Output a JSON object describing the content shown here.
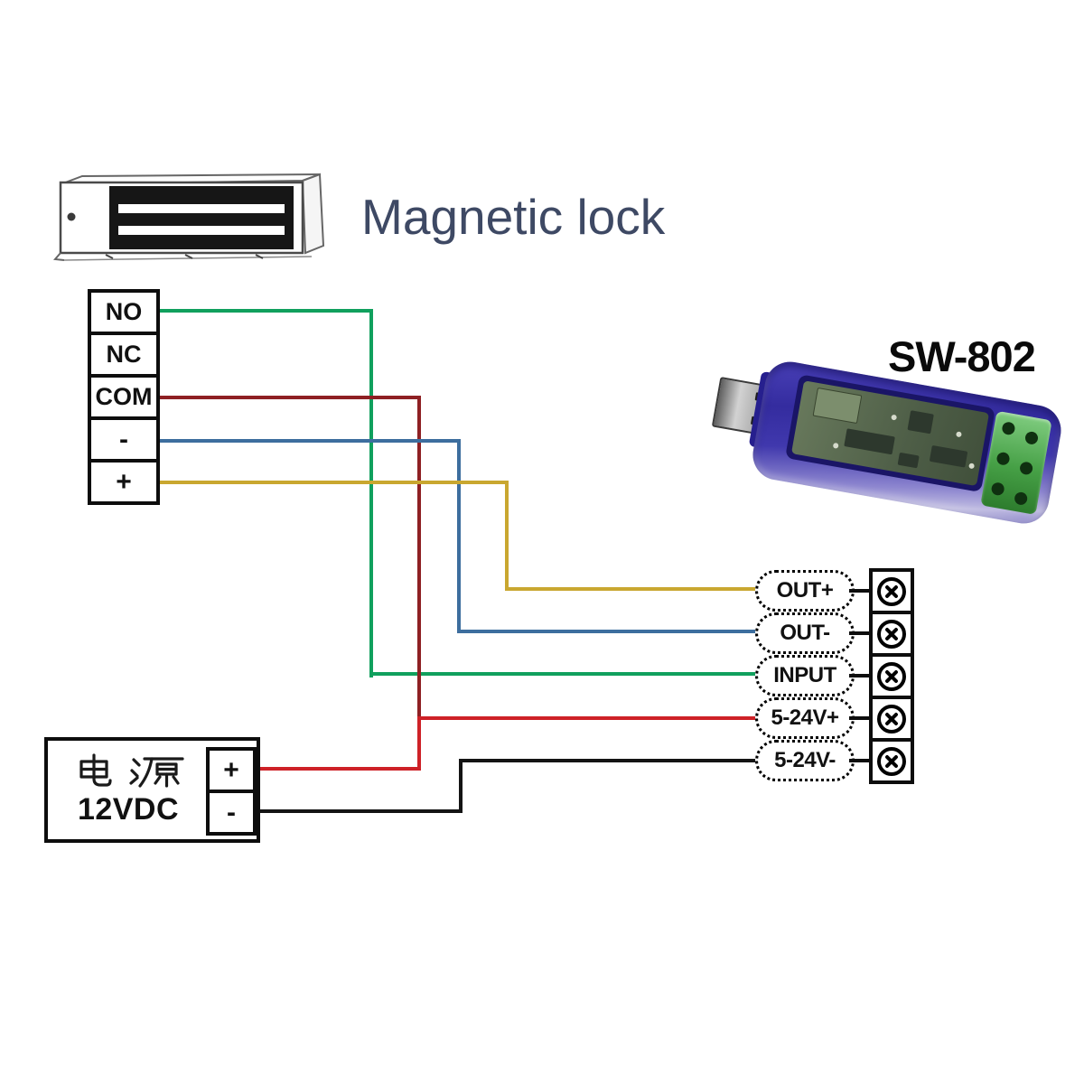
{
  "labels": {
    "magnetic_lock": "Magnetic lock",
    "device_model": "SW-802"
  },
  "relay_block": {
    "terminals": [
      "NO",
      "NC",
      "COM",
      "-",
      "+"
    ]
  },
  "io_block": {
    "terminals": [
      {
        "label": "OUT+"
      },
      {
        "label": "OUT-"
      },
      {
        "label": "INPUT"
      },
      {
        "label": "5-24V+"
      },
      {
        "label": "5-24V-"
      }
    ]
  },
  "power_supply": {
    "name": "电 源",
    "voltage": "12VDC",
    "plus": "+",
    "minus": "-"
  },
  "wire_colors": {
    "green": "#10a05d",
    "maroon": "#8e2023",
    "red": "#ce2127",
    "blue": "#3d6e9e",
    "yellow": "#c9a730",
    "black": "#141414"
  }
}
